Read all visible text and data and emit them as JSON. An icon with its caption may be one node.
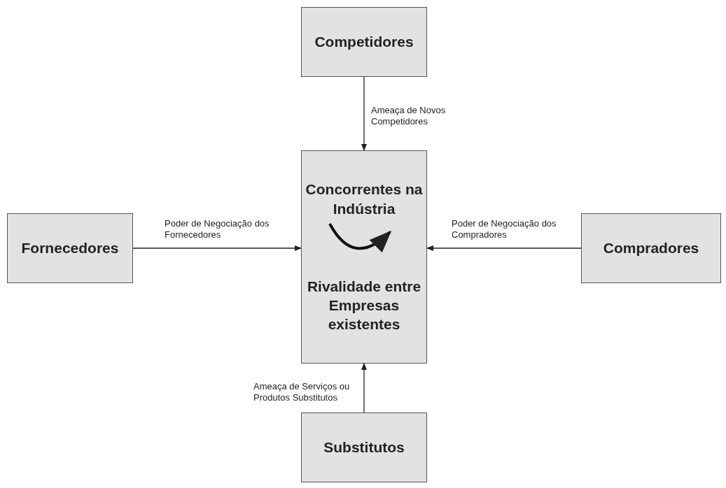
{
  "diagram": {
    "nodes": [
      {
        "text": [
          "Competidores"
        ]
      },
      {
        "text": [
          "Fornecedores"
        ]
      },
      {
        "text": [
          "Concorrentes na Indústria",
          "Rivalidade entre Empresas existentes"
        ]
      },
      {
        "text": [
          "Compradores"
        ]
      },
      {
        "text": [
          "Substitutos"
        ]
      }
    ],
    "edges": [
      {
        "from": 0,
        "to": 2,
        "arrow": "to",
        "label": "Ameaça de Novos Competidores"
      },
      {
        "from": 1,
        "to": 2,
        "arrow": "to",
        "label": "Poder de Negociação dos Fornecedores"
      },
      {
        "from": 3,
        "to": 2,
        "arrow": "to",
        "label": "Poder de Negociação dos Compradores"
      },
      {
        "from": 4,
        "to": 2,
        "arrow": "to",
        "label": "Ameaça de Serviços ou Produtos Substitutos"
      }
    ]
  }
}
